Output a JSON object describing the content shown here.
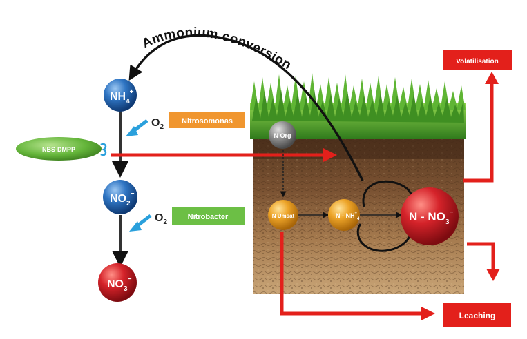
{
  "curve_label": "Ammonium conversion",
  "left_chain": {
    "nh4": {
      "base": "NH",
      "sub": "4",
      "sup": "+"
    },
    "no2": {
      "base": "NO",
      "sub": "2",
      "sup": "−"
    },
    "no3": {
      "base": "NO",
      "sub": "3",
      "sup": "−"
    },
    "o2_a": "O",
    "o2_a_sub": "2",
    "o2_b": "O",
    "o2_b_sub": "2",
    "nitrosomonas": "Nitrosomonas",
    "nitrobacter": "Nitrobacter",
    "inhibitor": "NBS-DMPP"
  },
  "soil": {
    "n_org": "N Org",
    "n_umsat": "N Umsat",
    "n_nh4": "N - NH",
    "n_nh4_sup": "+",
    "n_nh4_sub": "4",
    "n_no3": "N - NO",
    "n_no3_sub": "3",
    "n_no3_sup": "−"
  },
  "outputs": {
    "volatilisation": "Volatilisation",
    "leaching": "Leaching"
  },
  "colors": {
    "arrow_red": "#e3201b",
    "blue_ball": "#1d5fa8",
    "red_ball": "#c8161d",
    "orange_ball": "#e9a020",
    "grey_ball": "#8a8a8a",
    "label_orange": "#f0962f",
    "label_green": "#6cbf45",
    "inhibitor_green": "#67b83e",
    "arrow_blue": "#2aa0dc"
  }
}
